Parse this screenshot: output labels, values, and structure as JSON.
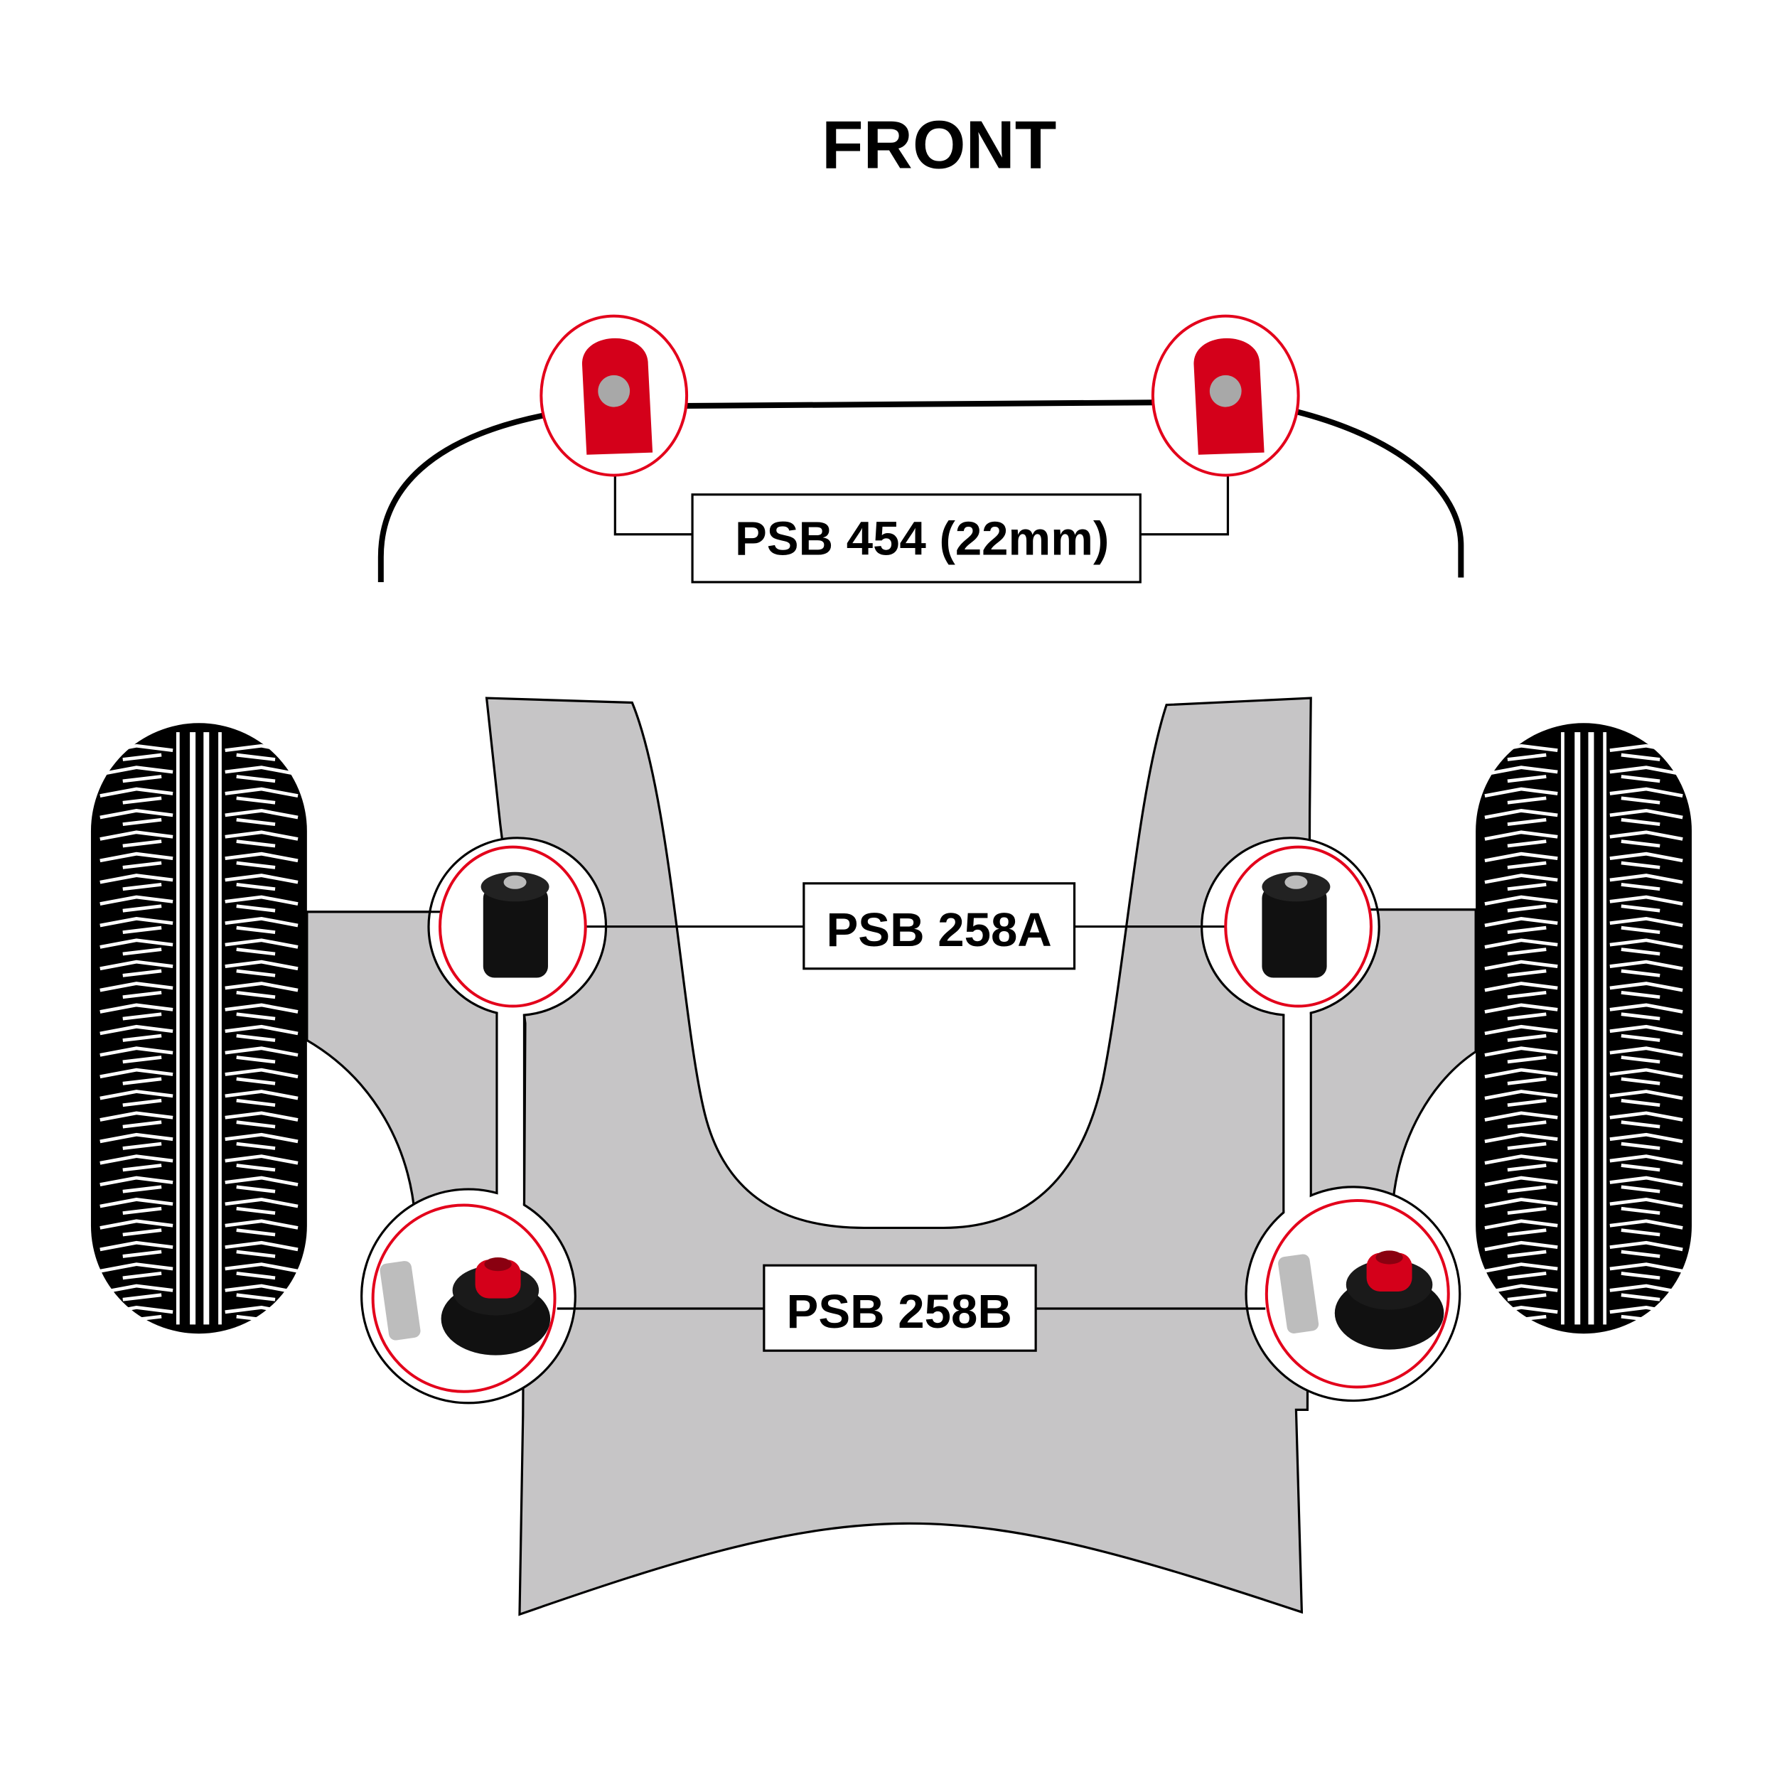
{
  "title": "FRONT",
  "labels": {
    "anti_roll_bar": "PSB 454 (22mm)",
    "front_bush": "PSB 258A",
    "rear_bush": "PSB 258B"
  },
  "colors": {
    "highlight_ring": "#e3001b",
    "bush_red": "#d4001a",
    "subframe": "#c6c5c6",
    "tyre": "#000000"
  }
}
